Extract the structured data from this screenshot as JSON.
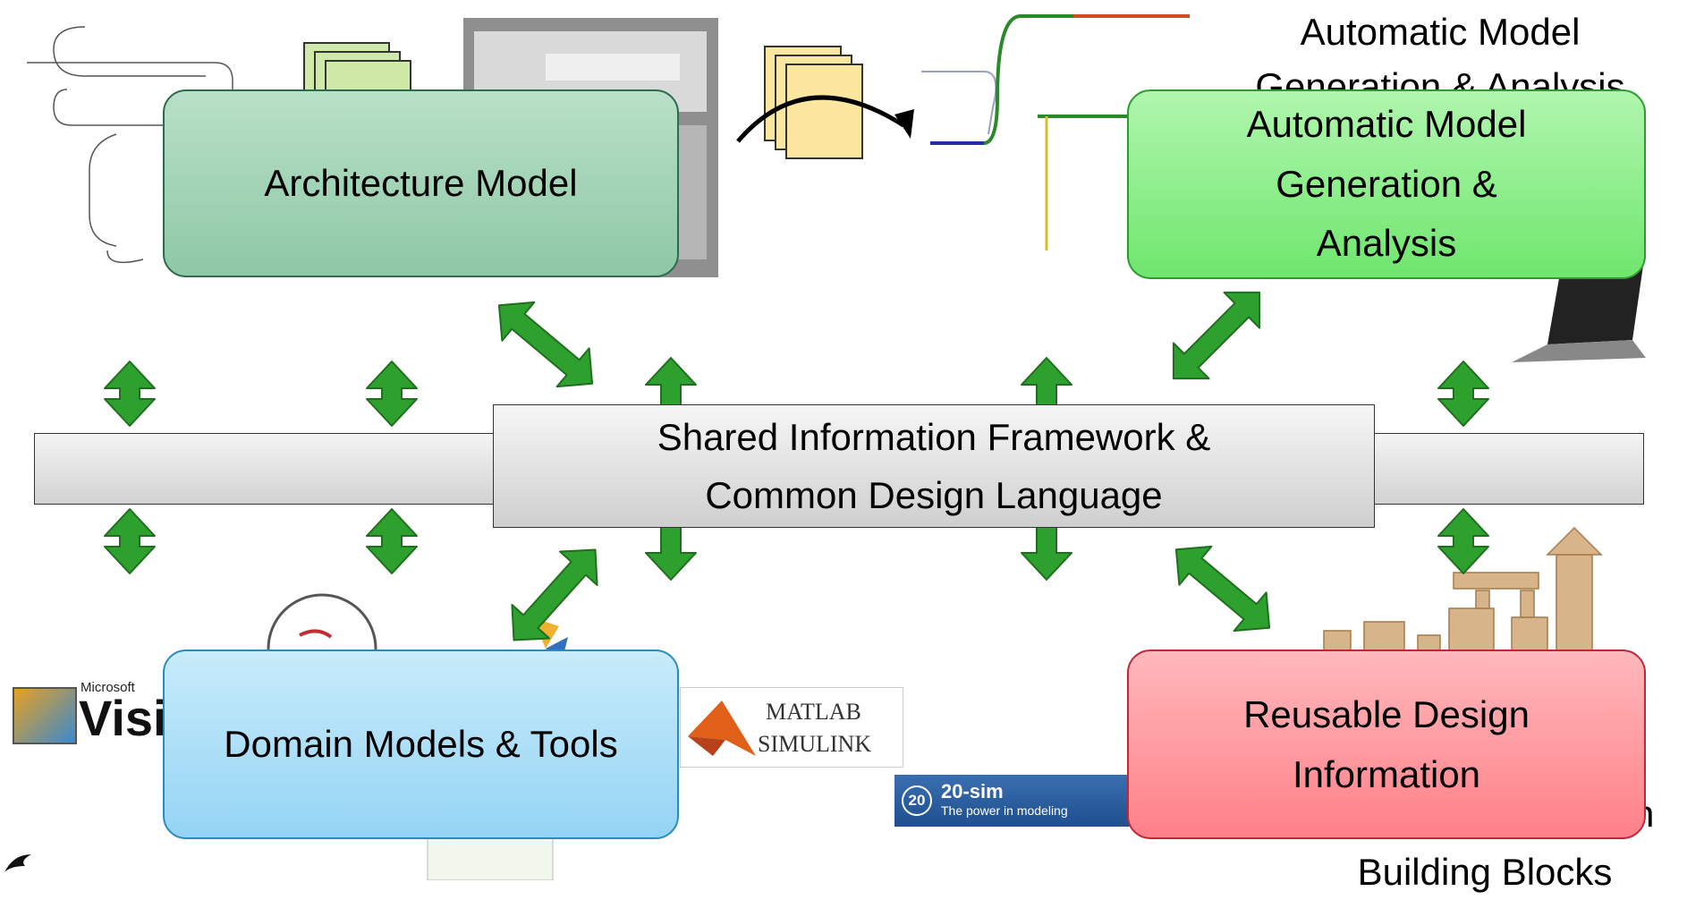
{
  "center": {
    "line1": "Shared Information Framework &",
    "line2": "Common Design Language"
  },
  "boxes": {
    "architecture": {
      "lines": [
        "Architecture Model"
      ],
      "color": "#9fd2b4",
      "border": "#2d6b4d"
    },
    "generation": {
      "lines": [
        "Automatic Model",
        "Generation &",
        "Analysis"
      ],
      "color": "#8bef8a",
      "border": "#2f9a2f"
    },
    "domain": {
      "lines": [
        "Domain Models & Tools"
      ],
      "color": "#a8def8",
      "border": "#2a8bbf"
    },
    "reusable": {
      "lines": [
        "Reusable Design",
        "Information"
      ],
      "color": "#ff9aa0",
      "border": "#c0283a"
    }
  },
  "background_text": {
    "top_right_line1": "Automatic Model",
    "top_right_line2": "Generation & Analysis",
    "bottom_right_partial": "n",
    "bottom_right": "Building Blocks"
  },
  "logos": {
    "visio_small": "Microsoft",
    "visio_big": "Visi",
    "matlab": "MATLAB",
    "simulink": "SIMULINK",
    "twentysim_badge": "20",
    "twentysim_title": "20-sim",
    "twentysim_tagline": "The power in modeling"
  },
  "colors": {
    "arrow": "#2ea02e",
    "arrow_border": "#1f6f1f"
  }
}
